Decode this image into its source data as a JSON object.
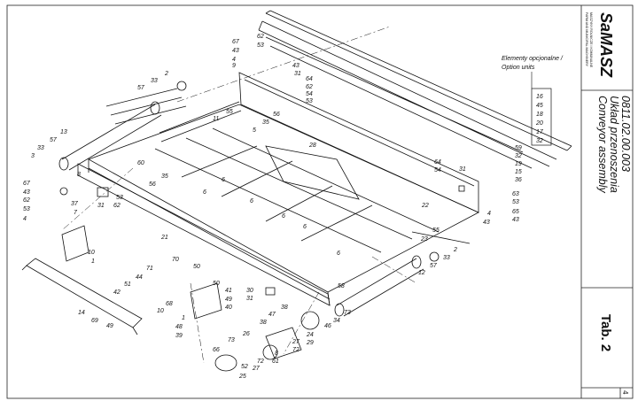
{
  "brand": {
    "logo": "SaMASZ",
    "tagline_1": "MASZYNY ROLNICZE I KOMUNALNE",
    "tagline_2": "FARM AND MUNICIPAL MACHINERY"
  },
  "drawing": {
    "code": "0811.02.00.003",
    "title_pl": "Układ przenoszenia",
    "title_en": "Conveyor assembly",
    "tab_label": "Tab. 2",
    "page": "4"
  },
  "options_box": {
    "title_1": "Elementy opcjonalne /",
    "title_2": "Option units",
    "items": [
      "16",
      "45",
      "18",
      "20",
      "17",
      "32"
    ]
  },
  "callouts": {
    "c1": "67",
    "c2": "62",
    "c3": "53",
    "c4": "43",
    "c5": "4",
    "c6": "9",
    "c7": "43",
    "c8": "31",
    "c9": "64",
    "c10": "62",
    "c11": "54",
    "c12": "53",
    "c13": "2",
    "c14": "33",
    "c15": "57",
    "c16": "11",
    "c17": "55",
    "c18": "56",
    "c19": "5",
    "c20": "35",
    "c21": "13",
    "c22": "57",
    "c23": "33",
    "c24": "3",
    "c25": "28",
    "c26": "59",
    "c27": "32",
    "c28": "19",
    "c29": "15",
    "c30": "36",
    "c31": "64",
    "c32": "54",
    "c33": "31",
    "c34": "63",
    "c35": "53",
    "c36": "65",
    "c37": "43",
    "c38": "4",
    "c39": "43",
    "c40": "22",
    "c41": "60",
    "c42": "35",
    "c43": "56",
    "c44": "8",
    "c45": "67",
    "c46": "43",
    "c47": "62",
    "c48": "53",
    "c49": "4",
    "c50": "37",
    "c51": "7",
    "c52": "31",
    "c53": "53",
    "c54": "62",
    "c55": "6",
    "c56": "6",
    "c57": "6",
    "c58": "6",
    "c59": "6",
    "c60": "6",
    "c61": "21",
    "c62": "10",
    "c63": "1",
    "c64": "55",
    "c65": "23",
    "c66": "2",
    "c67": "57",
    "c68": "33",
    "c69": "12",
    "c70": "58",
    "c71": "70",
    "c72": "71",
    "c73": "50",
    "c74": "44",
    "c75": "51",
    "c76": "42",
    "c77": "50",
    "c78": "41",
    "c79": "49",
    "c80": "40",
    "c81": "68",
    "c82": "10",
    "c83": "1",
    "c84": "48",
    "c85": "39",
    "c86": "30",
    "c87": "31",
    "c88": "14",
    "c89": "69",
    "c90": "49",
    "c91": "38",
    "c92": "47",
    "c93": "73",
    "c94": "34",
    "c95": "46",
    "c96": "38",
    "c97": "24",
    "c98": "29",
    "c99": "27",
    "c100": "72",
    "c101": "73",
    "c102": "26",
    "c103": "8",
    "c104": "61",
    "c105": "66",
    "c106": "72",
    "c107": "52",
    "c108": "27",
    "c109": "25"
  }
}
